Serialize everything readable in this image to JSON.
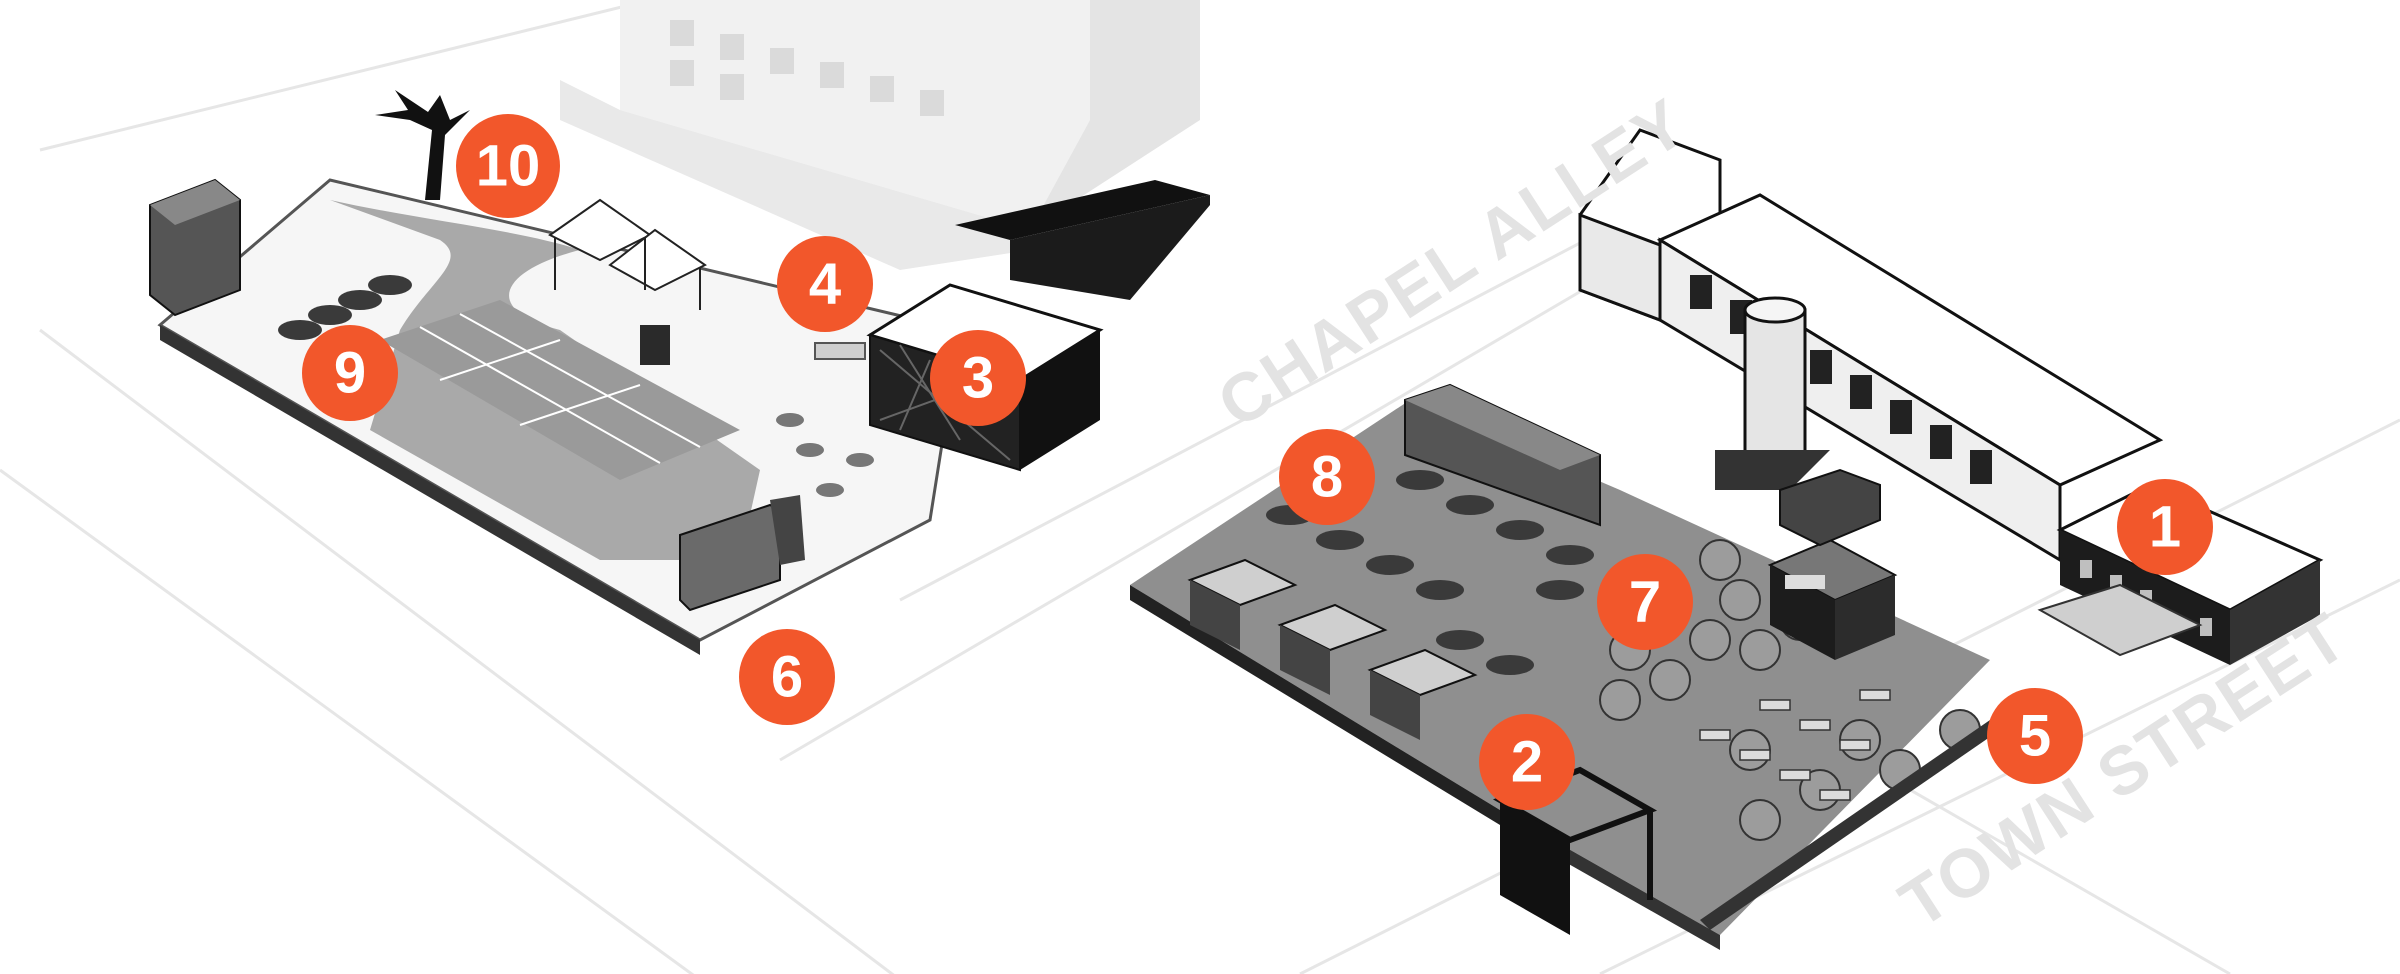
{
  "streets": [
    {
      "label": "CHAPEL ALLEY"
    },
    {
      "label": "TOWN STREET"
    }
  ],
  "markers": [
    {
      "number": "1"
    },
    {
      "number": "2"
    },
    {
      "number": "3"
    },
    {
      "number": "4"
    },
    {
      "number": "5"
    },
    {
      "number": "6"
    },
    {
      "number": "7"
    },
    {
      "number": "8"
    },
    {
      "number": "9"
    },
    {
      "number": "10"
    }
  ],
  "colors": {
    "marker": "#f2572b",
    "street_label": "#e3e3e3"
  }
}
